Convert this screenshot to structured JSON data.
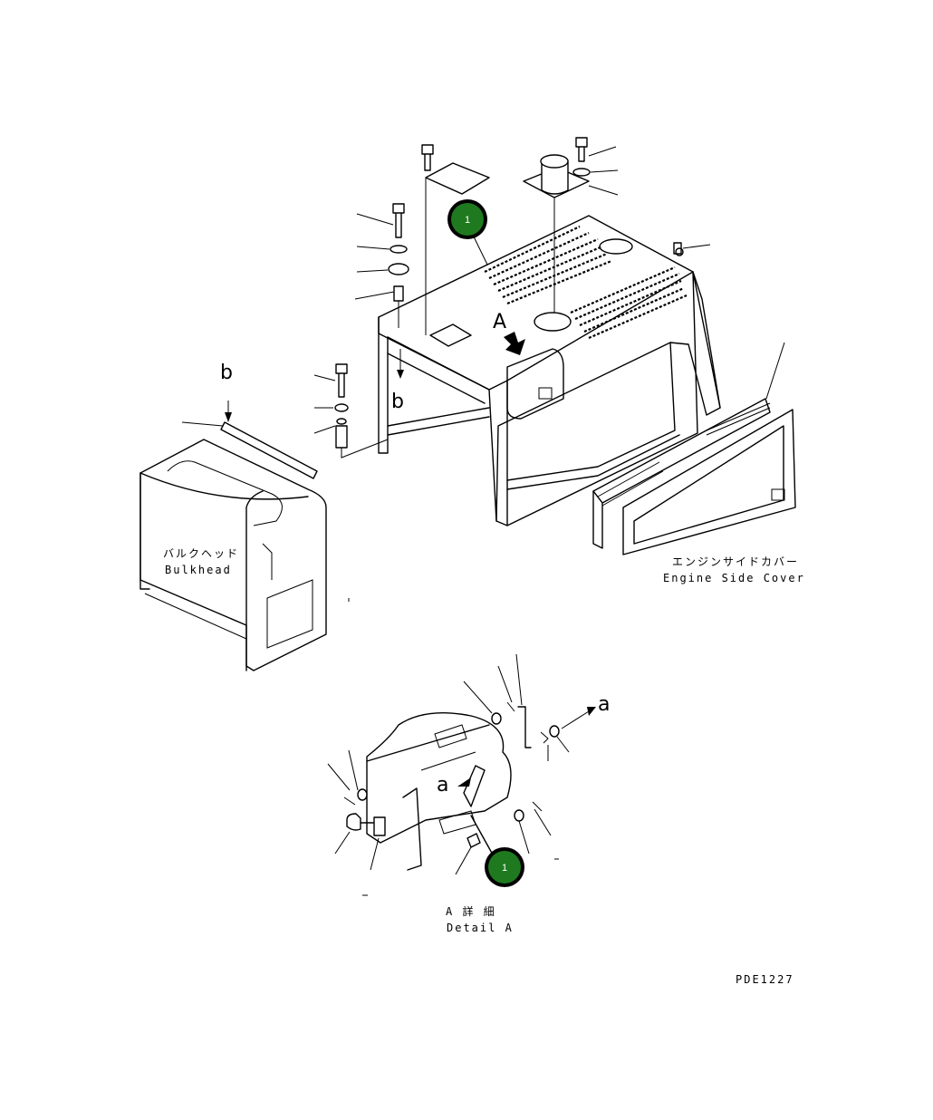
{
  "labels": {
    "bulkhead_jp": "バルクヘッド",
    "bulkhead_en": "Bulkhead",
    "engine_side_cover_jp": "エンジンサイドカバー",
    "engine_side_cover_en": "Engine Side Cover",
    "detail_a_jp": "A 詳 細",
    "detail_a_en": "Detail A",
    "drawing_code": "PDE1227"
  },
  "callouts": {
    "view_a": "A",
    "ref_b_top": "b",
    "ref_b_mid": "b",
    "ref_a_right": "a",
    "ref_a_detail": "a"
  },
  "badges": {
    "part_main": "1",
    "part_detail": "1"
  },
  "colors": {
    "badge_fill": "#1f7a1f",
    "line": "#000000"
  }
}
